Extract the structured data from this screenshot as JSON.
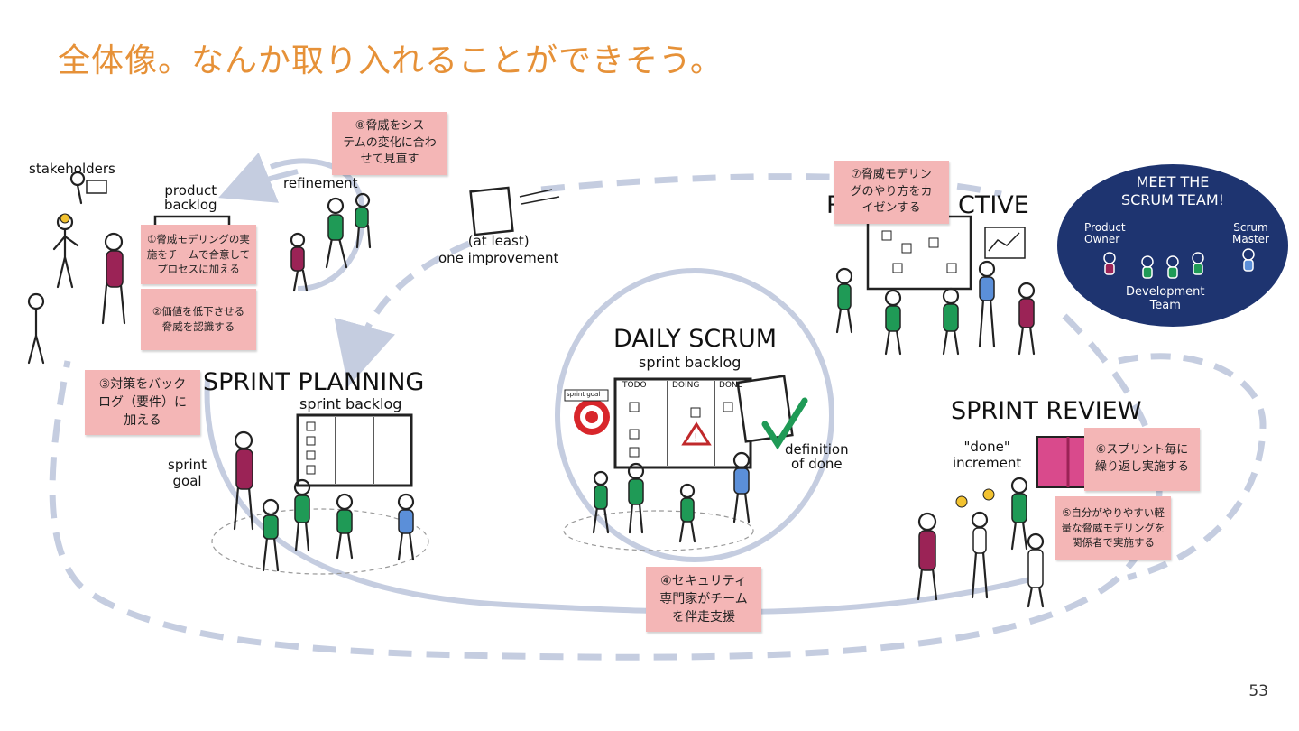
{
  "slide": {
    "title": "全体像。なんか取り入れることができそう。",
    "page_number": "53"
  },
  "diagram": {
    "stakeholders": "stakeholders",
    "product_backlog": [
      "product",
      "backlog"
    ],
    "refinement": "refinement",
    "improvement": [
      "(at least)",
      "one improvement"
    ],
    "sprint_planning": "SPRINT PLANNING",
    "sprint_backlog_planning": "sprint backlog",
    "sprint_goal": [
      "sprint",
      "goal"
    ],
    "daily_scrum": "DAILY SCRUM",
    "sprint_backlog_daily": "sprint backlog",
    "board_columns": [
      "TODO",
      "DOING",
      "DONE"
    ],
    "sprint_goal_tag": "sprint goal",
    "definition_of_done": [
      "definition",
      "of done"
    ],
    "retrospective_left": "R",
    "retrospective_right": "CTIVE",
    "sprint_review": "SPRINT REVIEW",
    "increment": [
      "\"done\"",
      "increment"
    ],
    "team": {
      "title": [
        "MEET THE",
        "SCRUM TEAM!"
      ],
      "product_owner": [
        "Product",
        "Owner"
      ],
      "scrum_master": [
        "Scrum",
        "Master"
      ],
      "development_team": [
        "Development",
        "Team"
      ]
    }
  },
  "notes": {
    "n1": [
      "①脅威モデリングの実",
      "施をチームで合意して",
      "プロセスに加える"
    ],
    "n2": [
      "②価値を低下させる",
      "脅威を認識する"
    ],
    "n3": [
      "③対策をバック",
      "ログ（要件）に",
      "加える"
    ],
    "n4": [
      "④セキュリティ",
      "専門家がチーム",
      "を伴走支援"
    ],
    "n5": [
      "⑤自分がやりやすい軽",
      "量な脅威モデリングを",
      "関係者で実施する"
    ],
    "n6": [
      "⑥スプリント毎に",
      "繰り返し実施する"
    ],
    "n7": [
      "⑦脅威モデリン",
      "グのやり方をカ",
      "イゼンする"
    ],
    "n8": [
      "⑧脅威をシス",
      "テムの変化に合わ",
      "せて見直す"
    ]
  },
  "colors": {
    "title": "#e69138",
    "note": "#f4b6b6",
    "loop": "#c5cde0",
    "team_bg": "#1e3470",
    "shirt_green": "#1f9a56",
    "shirt_purple": "#9b2356",
    "shirt_blue": "#5b8fd9",
    "increment_pink": "#d94a8c"
  }
}
